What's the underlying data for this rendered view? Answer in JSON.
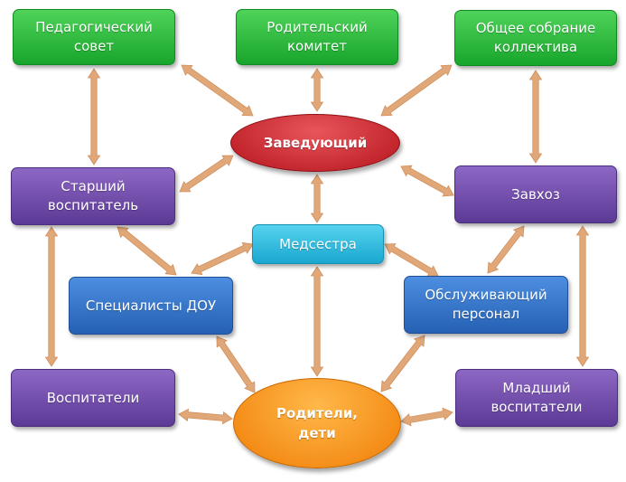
{
  "colors": {
    "arrow": "#e0a878",
    "arrow_stroke": "#d28f5c"
  },
  "nodes": {
    "ped_sovet": "Педагогический\nсовет",
    "rod_komitet": "Родительский\nкомитет",
    "obshchee_sobranie": "Общее собрание\nколлектива",
    "zaveduyushchiy": "Заведующий",
    "starshiy_vospitatel": "Старший\nвоспитатель",
    "zavkhoz": "Завхоз",
    "medsestra": "Медсестра",
    "specialisty": "Специалисты ДОУ",
    "obsluzhivayushchiy": "Обслуживающий\nперсонал",
    "vospitateli": "Воспитатели",
    "roditeli_deti": "Родители,\nдети",
    "mladshiy_vospitatel": "Младший\nвоспитатели"
  }
}
